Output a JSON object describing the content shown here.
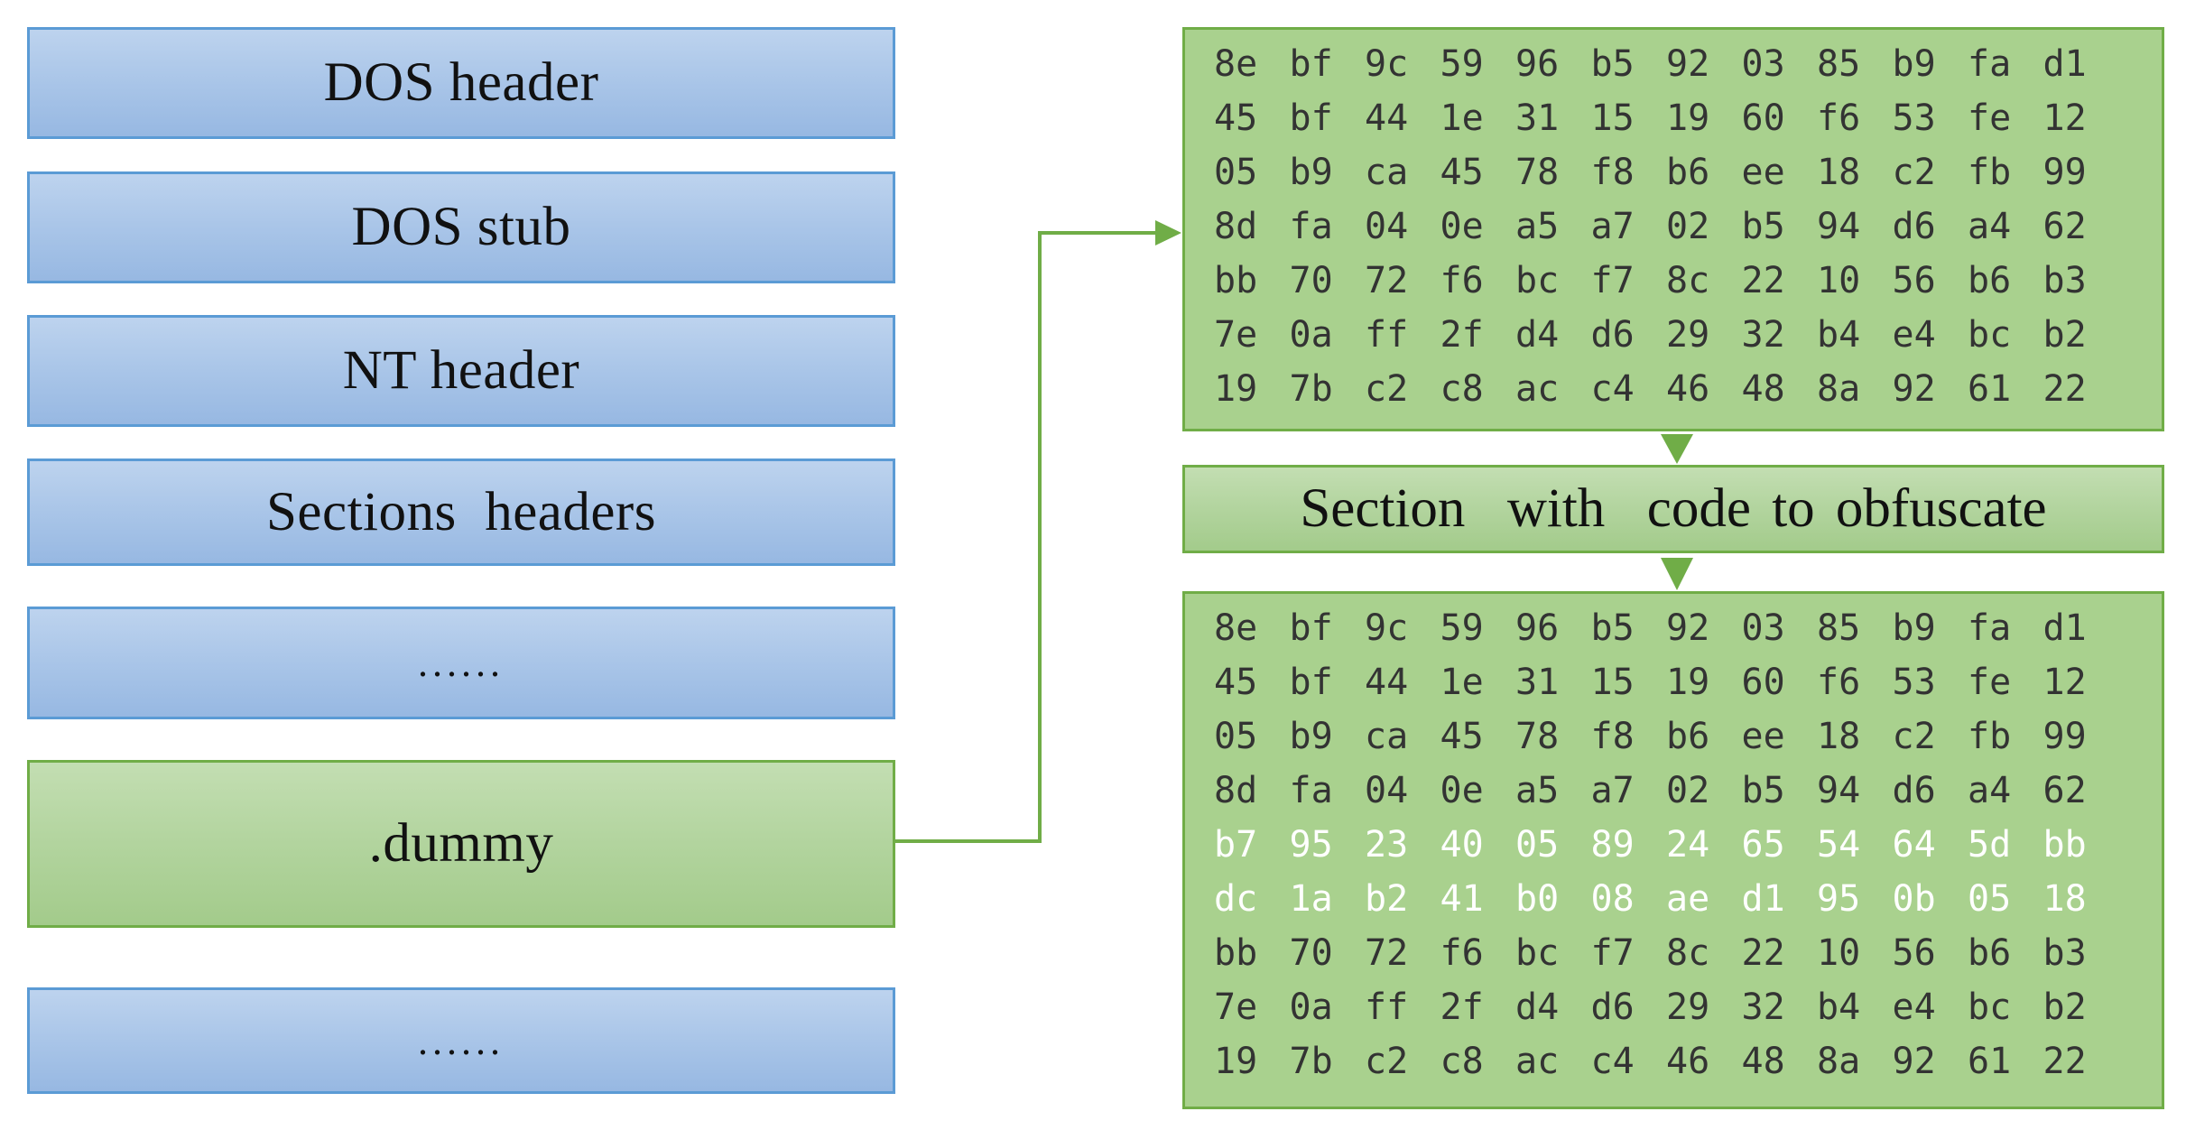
{
  "pe_layout": [
    {
      "id": "dos-header",
      "label": "DOS header",
      "kind": "blue"
    },
    {
      "id": "dos-stub",
      "label": "DOS stub",
      "kind": "blue"
    },
    {
      "id": "nt-header",
      "label": "NT header",
      "kind": "blue"
    },
    {
      "id": "sections-headers",
      "label": "Sections  headers",
      "kind": "blue"
    },
    {
      "id": "ellipsis-1",
      "label": "......",
      "kind": "blue"
    },
    {
      "id": "dummy-section",
      "label": ".dummy",
      "kind": "green"
    },
    {
      "id": "ellipsis-2",
      "label": "......",
      "kind": "blue"
    }
  ],
  "original_bytes": [
    [
      "8e",
      "bf",
      "9c",
      "59",
      "96",
      "b5",
      "92",
      "03",
      "85",
      "b9",
      "fa",
      "d1"
    ],
    [
      "45",
      "bf",
      "44",
      "1e",
      "31",
      "15",
      "19",
      "60",
      "f6",
      "53",
      "fe",
      "12"
    ],
    [
      "05",
      "b9",
      "ca",
      "45",
      "78",
      "f8",
      "b6",
      "ee",
      "18",
      "c2",
      "fb",
      "99"
    ],
    [
      "8d",
      "fa",
      "04",
      "0e",
      "a5",
      "a7",
      "02",
      "b5",
      "94",
      "d6",
      "a4",
      "62"
    ],
    [
      "bb",
      "70",
      "72",
      "f6",
      "bc",
      "f7",
      "8c",
      "22",
      "10",
      "56",
      "b6",
      "b3"
    ],
    [
      "7e",
      "0a",
      "ff",
      "2f",
      "d4",
      "d6",
      "29",
      "32",
      "b4",
      "e4",
      "bc",
      "b2"
    ],
    [
      "19",
      "7b",
      "c2",
      "c8",
      "ac",
      "c4",
      "46",
      "48",
      "8a",
      "92",
      "61",
      "22"
    ]
  ],
  "section_label": "Section  with  code to obfuscate",
  "result_bytes": [
    {
      "bytes": [
        "8e",
        "bf",
        "9c",
        "59",
        "96",
        "b5",
        "92",
        "03",
        "85",
        "b9",
        "fa",
        "d1"
      ],
      "highlight": false
    },
    {
      "bytes": [
        "45",
        "bf",
        "44",
        "1e",
        "31",
        "15",
        "19",
        "60",
        "f6",
        "53",
        "fe",
        "12"
      ],
      "highlight": false
    },
    {
      "bytes": [
        "05",
        "b9",
        "ca",
        "45",
        "78",
        "f8",
        "b6",
        "ee",
        "18",
        "c2",
        "fb",
        "99"
      ],
      "highlight": false
    },
    {
      "bytes": [
        "8d",
        "fa",
        "04",
        "0e",
        "a5",
        "a7",
        "02",
        "b5",
        "94",
        "d6",
        "a4",
        "62"
      ],
      "highlight": false
    },
    {
      "bytes": [
        "b7",
        "95",
        "23",
        "40",
        "05",
        "89",
        "24",
        "65",
        "54",
        "64",
        "5d",
        "bb"
      ],
      "highlight": true
    },
    {
      "bytes": [
        "dc",
        "1a",
        "b2",
        "41",
        "b0",
        "08",
        "ae",
        "d1",
        "95",
        "0b",
        "05",
        "18"
      ],
      "highlight": true
    },
    {
      "bytes": [
        "bb",
        "70",
        "72",
        "f6",
        "bc",
        "f7",
        "8c",
        "22",
        "10",
        "56",
        "b6",
        "b3"
      ],
      "highlight": false
    },
    {
      "bytes": [
        "7e",
        "0a",
        "ff",
        "2f",
        "d4",
        "d6",
        "29",
        "32",
        "b4",
        "e4",
        "bc",
        "b2"
      ],
      "highlight": false
    },
    {
      "bytes": [
        "19",
        "7b",
        "c2",
        "c8",
        "ac",
        "c4",
        "46",
        "48",
        "8a",
        "92",
        "61",
        "22"
      ],
      "highlight": false
    }
  ],
  "colors": {
    "blue_fill": "#a9c5e8",
    "blue_border": "#5b9bd5",
    "green_fill": "#a9d18e",
    "green_border": "#70ad47",
    "connector": "#70ad47",
    "hex_text": "#333333",
    "hex_highlight_text": "#ffffff"
  }
}
